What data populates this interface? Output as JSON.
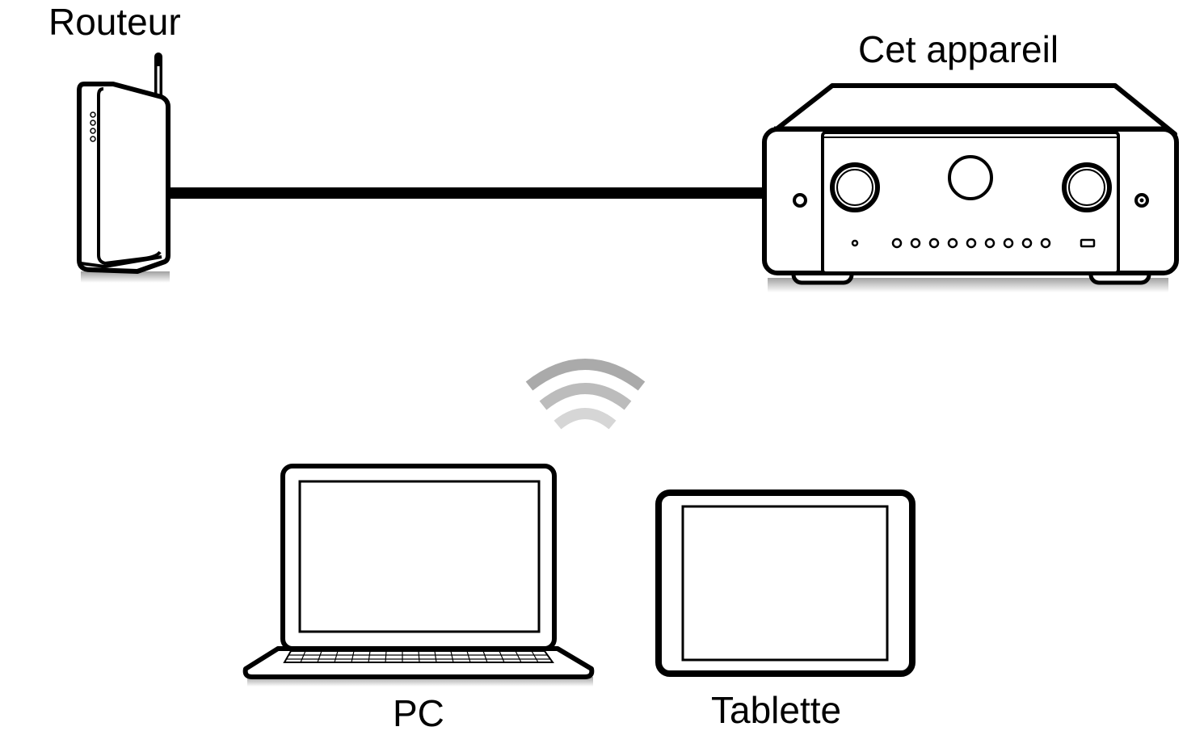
{
  "labels": {
    "router": "Routeur",
    "device": "Cet appareil",
    "pc": "PC",
    "tablet": "Tablette"
  },
  "icons": {
    "router": "router-icon",
    "device": "av-receiver-icon",
    "cable": "ethernet-cable",
    "wireless": "wifi-signal-icon",
    "pc": "laptop-icon",
    "tablet": "tablet-icon"
  },
  "colors": {
    "line": "#000000",
    "fill": "#ffffff",
    "shadow": "#bdbdbd",
    "wifi": "#a8a8a8"
  }
}
